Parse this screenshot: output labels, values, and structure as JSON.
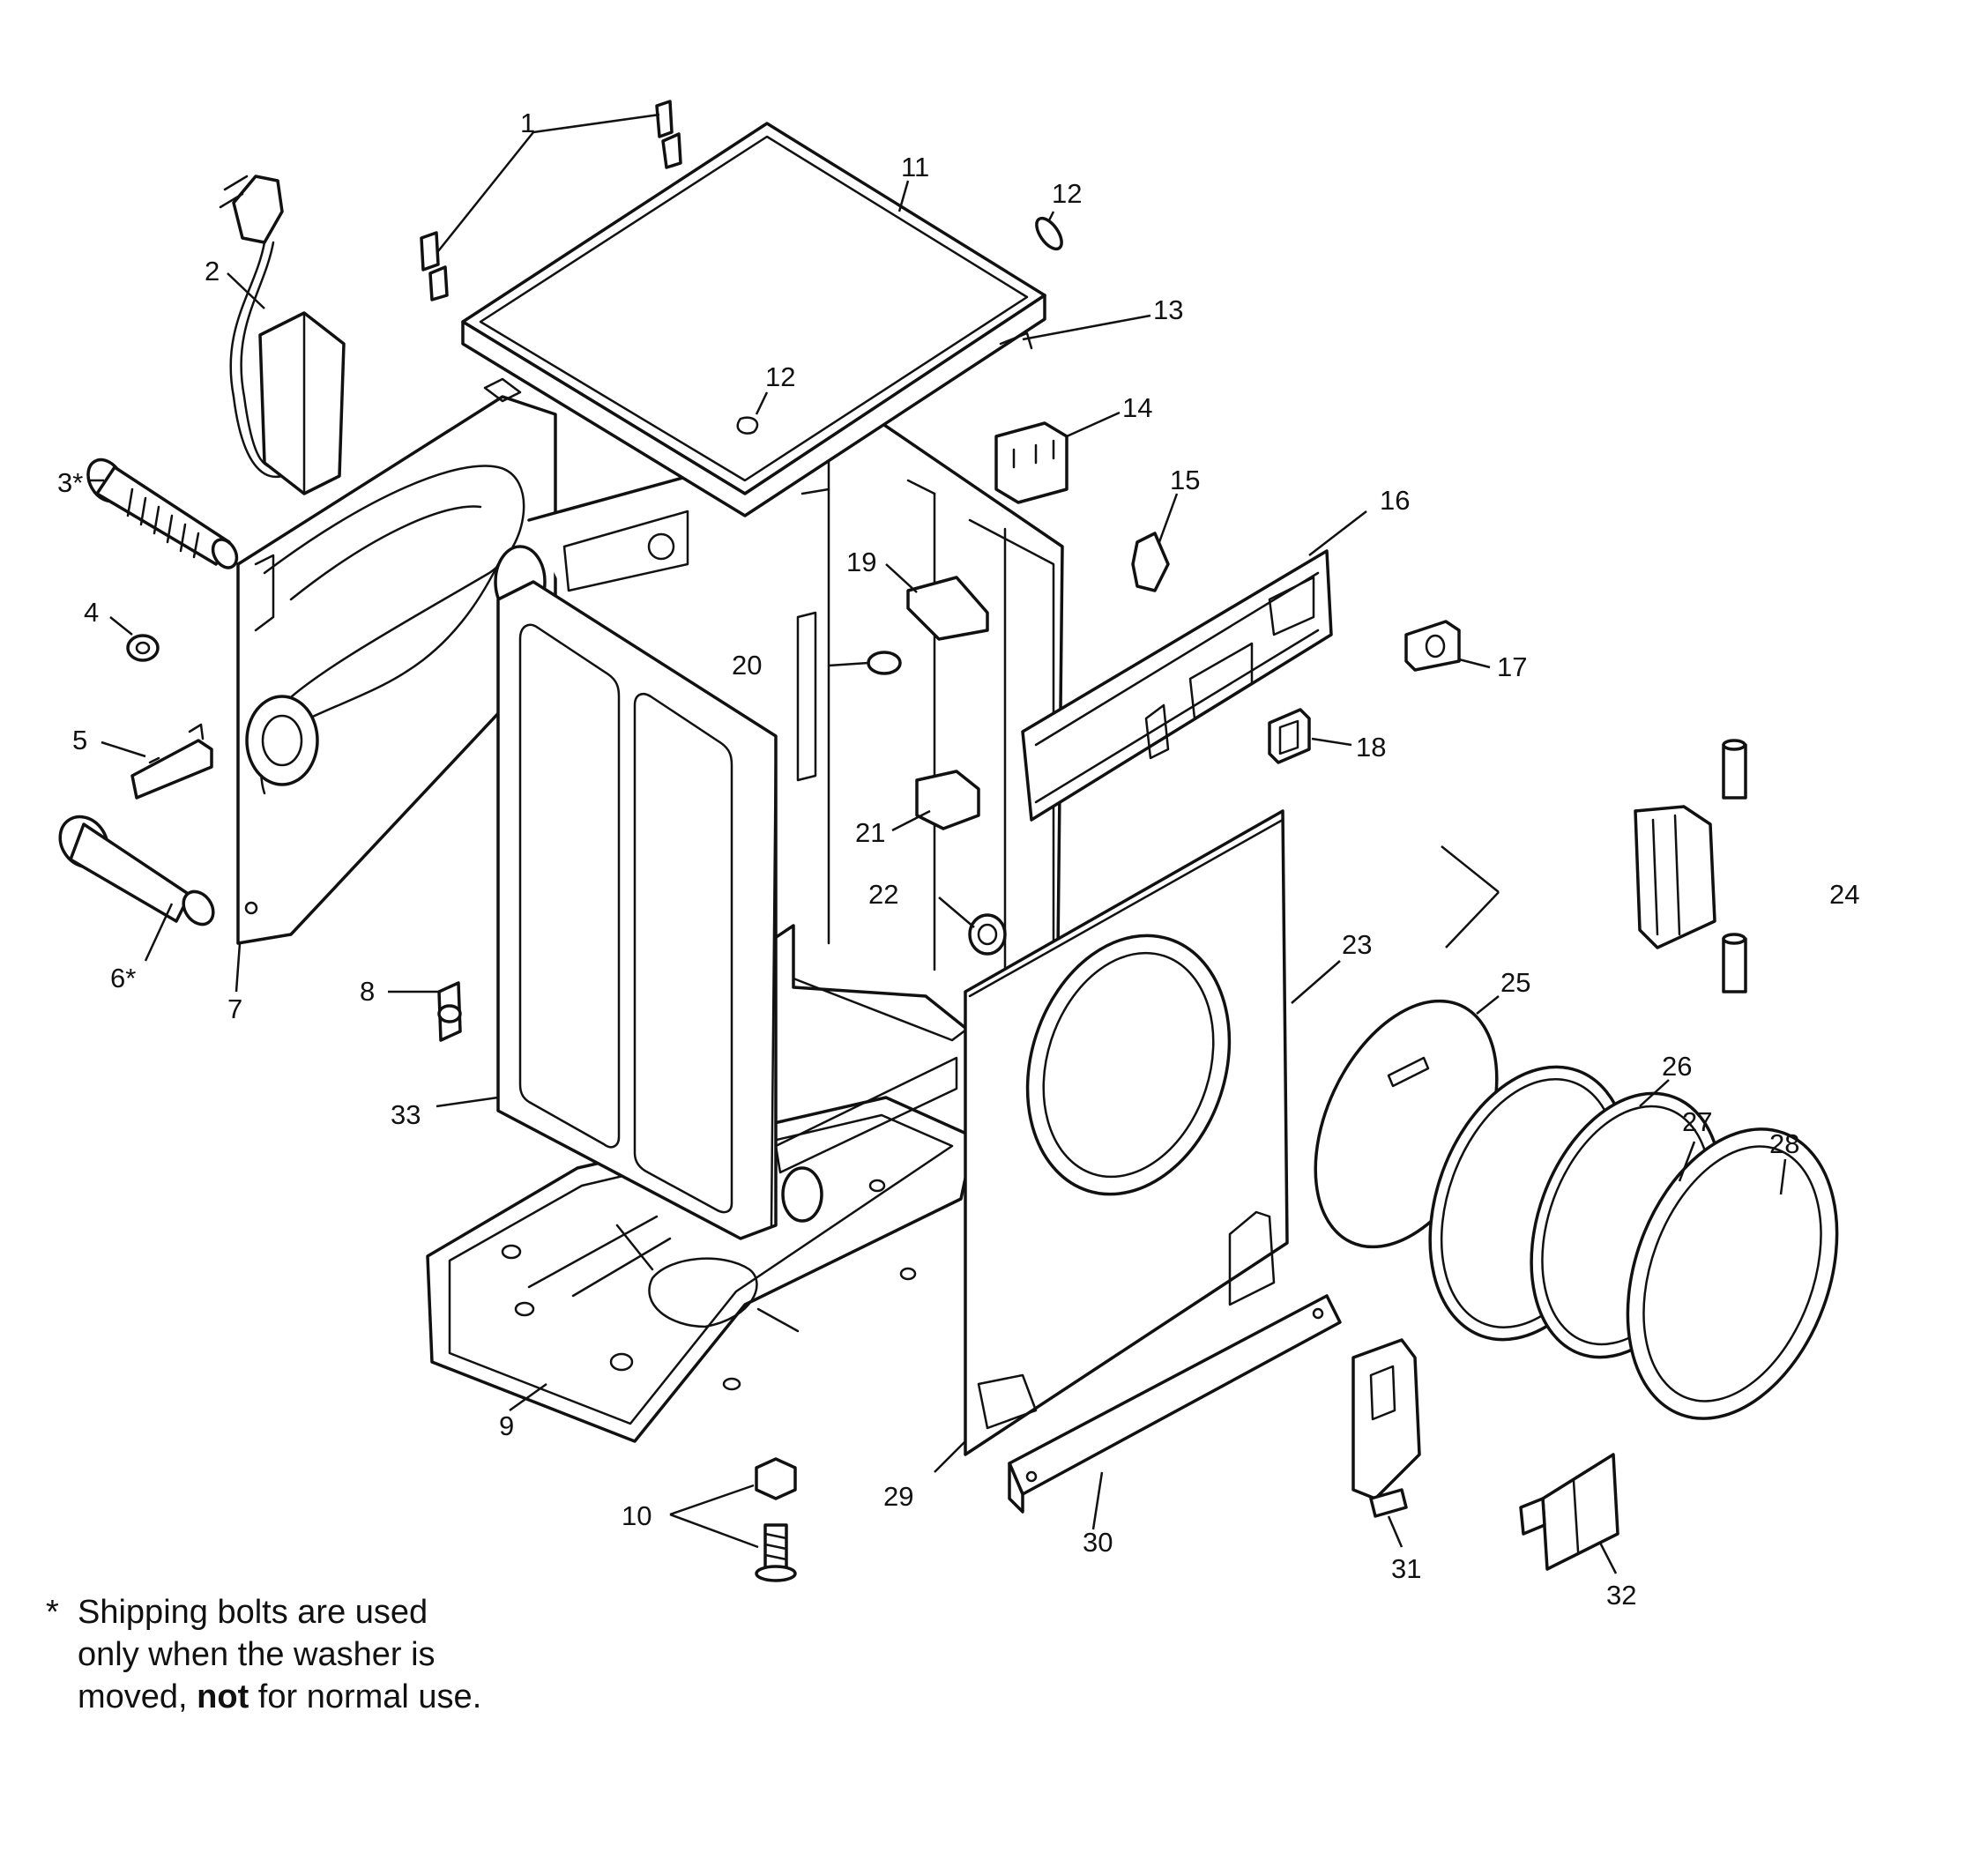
{
  "callouts": {
    "c1": "1",
    "c2": "2",
    "c3": "3*",
    "c4": "4",
    "c5": "5",
    "c6": "6*",
    "c7": "7",
    "c8": "8",
    "c9": "9",
    "c10": "10",
    "c11": "11",
    "c12a": "12",
    "c12b": "12",
    "c13": "13",
    "c14": "14",
    "c15": "15",
    "c16": "16",
    "c17": "17",
    "c18": "18",
    "c19": "19",
    "c20": "20",
    "c21": "21",
    "c22": "22",
    "c23": "23",
    "c24": "24",
    "c25": "25",
    "c26": "26",
    "c27": "27",
    "c28": "28",
    "c29": "29",
    "c30": "30",
    "c31": "31",
    "c32": "32",
    "c33": "33"
  },
  "footnote": {
    "marker": "*",
    "line1": "Shipping bolts are used",
    "line2": "only when the washer is",
    "line3_before": "moved, ",
    "line3_bold": "not",
    "line3_after": " for normal use."
  },
  "colors": {
    "ink": "#111111",
    "paper": "#ffffff"
  }
}
